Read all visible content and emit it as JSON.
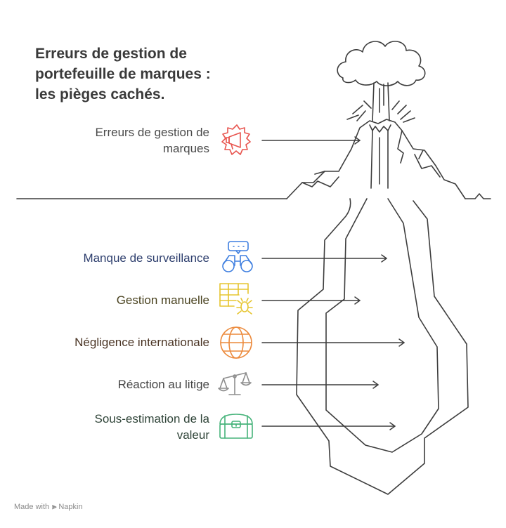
{
  "title_lines": [
    "Erreurs de gestion de",
    "portefeuille de marques :",
    "les pièges cachés."
  ],
  "items": [
    {
      "lines": [
        "Erreurs de gestion de",
        "marques"
      ],
      "icon": "megaphone-icon",
      "color": "#e8544e",
      "text_color": "#4a4a4a"
    },
    {
      "lines": [
        "Manque de surveillance"
      ],
      "icon": "binoculars-icon",
      "color": "#3f7fe0",
      "text_color": "#2e3f6e"
    },
    {
      "lines": [
        "Gestion manuelle"
      ],
      "icon": "table-bug-icon",
      "color": "#e6c530",
      "text_color": "#4a4320"
    },
    {
      "lines": [
        "Négligence internationale"
      ],
      "icon": "globe-icon",
      "color": "#ec8a3c",
      "text_color": "#4a3424"
    },
    {
      "lines": [
        "Réaction au litige"
      ],
      "icon": "scales-icon",
      "color": "#8e8e8e",
      "text_color": "#454545"
    },
    {
      "lines": [
        "Sous-estimation de la",
        "valeur"
      ],
      "icon": "treasure-chest-icon",
      "color": "#46b37a",
      "text_color": "#2f4438"
    }
  ],
  "footer": {
    "prefix": "Made with",
    "brand": "Napkin"
  },
  "colors": {
    "outline": "#3d3d3d",
    "title": "#3a3a3a"
  }
}
